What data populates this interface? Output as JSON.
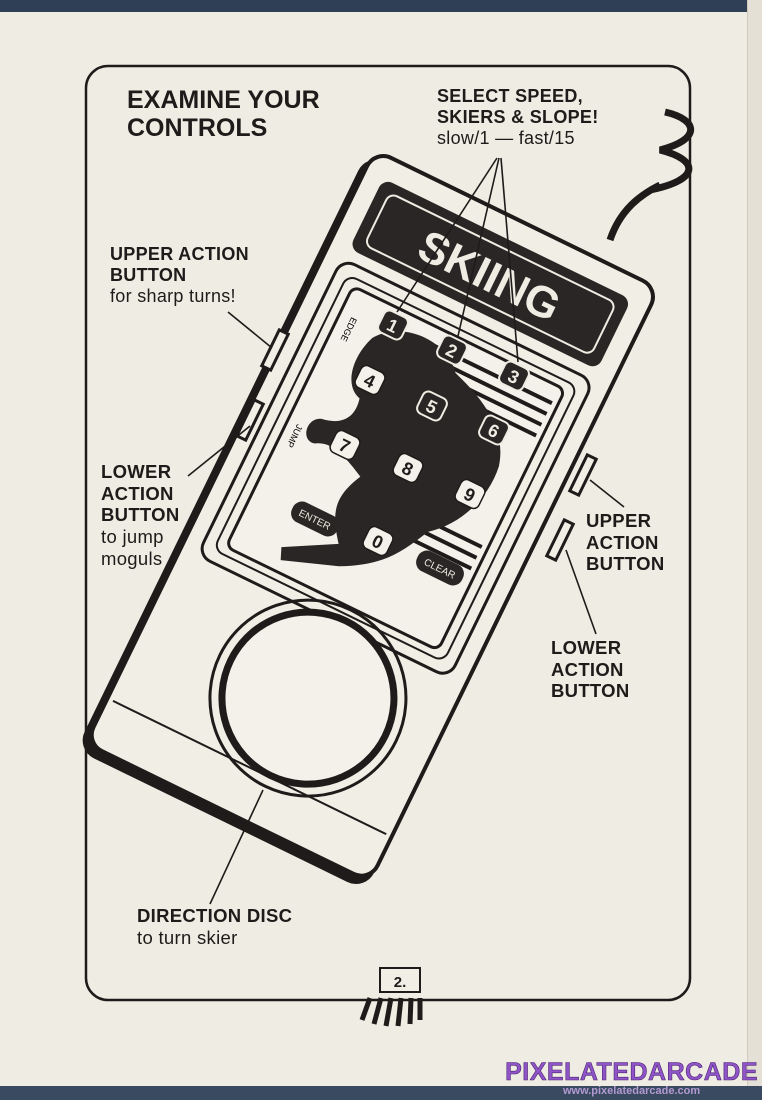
{
  "heading": {
    "line1": "EXAMINE YOUR",
    "line2": "CONTROLS"
  },
  "select": {
    "line1": "SELECT SPEED,",
    "line2": "SKIERS & SLOPE!",
    "line3": "slow/1 — fast/15"
  },
  "left_upper": {
    "line1": "UPPER ACTION",
    "line2": "BUTTON",
    "desc": "for sharp turns!"
  },
  "left_lower": {
    "line1": "LOWER",
    "line2": "ACTION",
    "line3": "BUTTON",
    "desc1": "to jump",
    "desc2": "moguls"
  },
  "right_upper": {
    "line1": "UPPER",
    "line2": "ACTION",
    "line3": "BUTTON"
  },
  "right_lower": {
    "line1": "LOWER",
    "line2": "ACTION",
    "line3": "BUTTON"
  },
  "disc": {
    "line1": "DIRECTION DISC",
    "line2": "to turn skier"
  },
  "device": {
    "brand": "SKIING",
    "edge_label": "EDGE",
    "jump_label": "JUMP",
    "keys": [
      "1",
      "2",
      "3",
      "4",
      "5",
      "6",
      "7",
      "8",
      "9",
      "ENTER",
      "0",
      "CLEAR"
    ]
  },
  "page_number": "2.",
  "watermark": {
    "name": "PIXELATEDARCADE",
    "url": "www.pixelatedarcade.com"
  },
  "colors": {
    "paper": "#efece3",
    "ink": "#1e1b1a",
    "bar": "#2e3f56",
    "watermark": "#8f55c8"
  }
}
